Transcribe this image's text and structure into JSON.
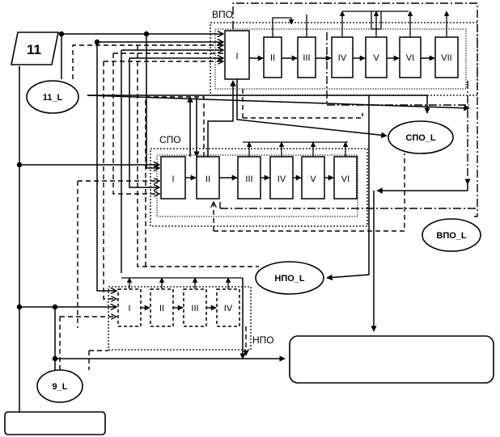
{
  "groups": {
    "vpo": {
      "name": "ВПО",
      "stages": [
        "I",
        "II",
        "III",
        "IV",
        "V",
        "VI",
        "VII"
      ]
    },
    "spo": {
      "name": "СПО",
      "stages": [
        "I",
        "II",
        "III",
        "IV",
        "V",
        "VI"
      ]
    },
    "npo": {
      "name": "НПО",
      "stages": [
        "I",
        "II",
        "III",
        "IV"
      ]
    }
  },
  "nodes": {
    "grade11": "11",
    "grade11_l": "11_L",
    "grade9_l": "9_L",
    "spo_l": "СПО_L",
    "vpo_l": "ВПО_L",
    "npo_l": "НПО_L"
  },
  "blank_boxes": {
    "labor_market": "",
    "input_box": ""
  }
}
